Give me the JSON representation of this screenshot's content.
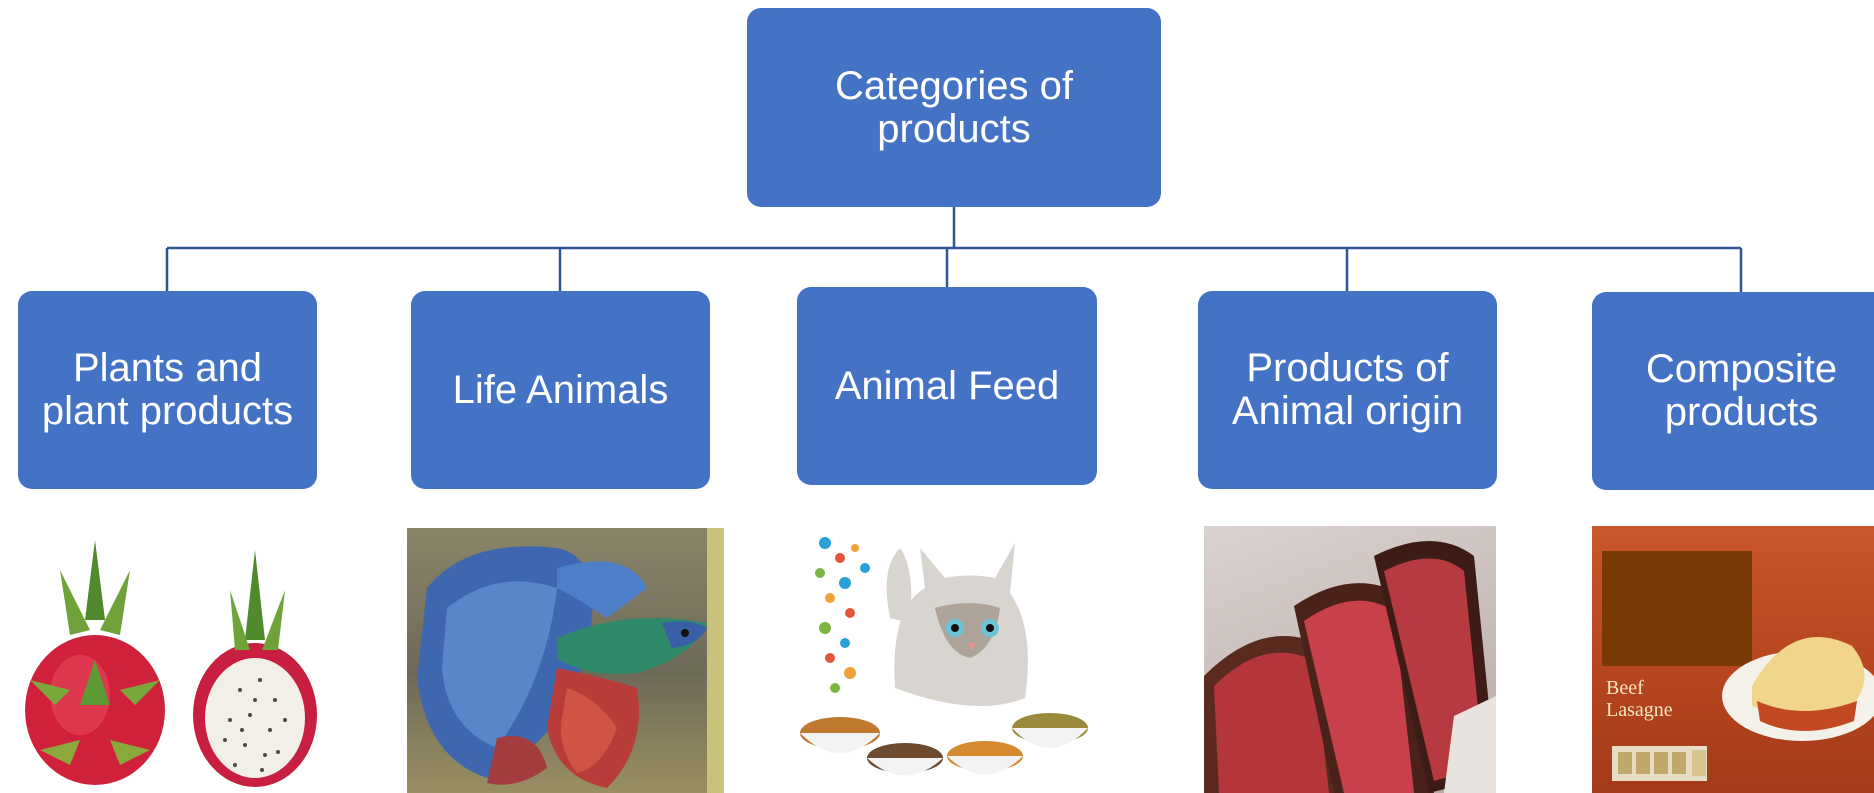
{
  "diagram": {
    "root": {
      "label": "Categories of\nproducts"
    },
    "categories": [
      {
        "label": "Plants and\nplant products",
        "picture": "dragon-fruit"
      },
      {
        "label": "Life Animals",
        "picture": "betta-fish"
      },
      {
        "label": "Animal Feed",
        "picture": "cat-with-food-bowls"
      },
      {
        "label": "Products of\nAnimal origin",
        "picture": "sliced-beef"
      },
      {
        "label": "Composite\nproducts",
        "picture": "beef-lasagne-package"
      }
    ],
    "package_text": {
      "line1": "Beef",
      "line2": "Lasagne"
    }
  },
  "colors": {
    "node_fill": "#4472c4",
    "node_text": "#ffffff",
    "connector": "#2f5597",
    "background": "#ffffff"
  }
}
